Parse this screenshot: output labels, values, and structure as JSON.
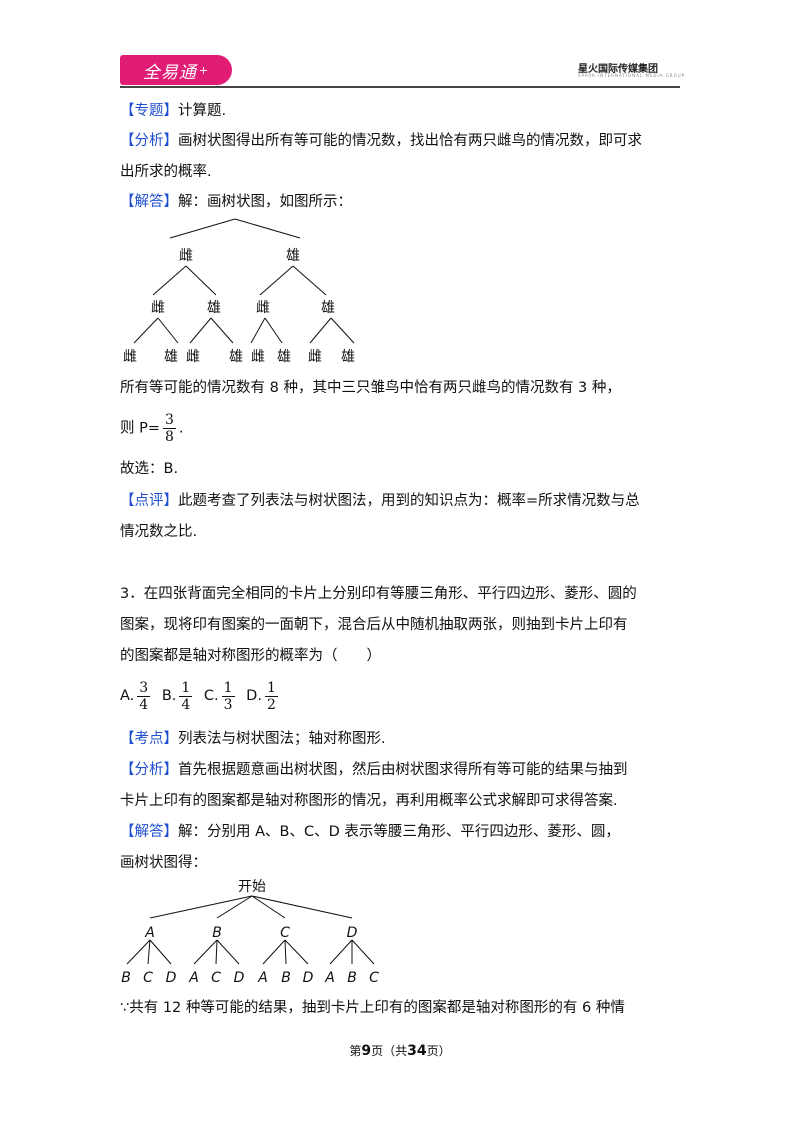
{
  "header": {
    "logo_text": "全易通",
    "logo_plus": "+",
    "brand": "星火国际传媒集团",
    "brand_sub": "SPARK INTERNATIONAL MEDIA GROUP"
  },
  "q2": {
    "topic_tag": "【专题】",
    "topic_text": "计算题.",
    "analysis_tag": "【分析】",
    "analysis_l1": "画树状图得出所有等可能的情况数，找出恰有两只雌鸟的情况数，即可求",
    "analysis_l2": "出所求的概率.",
    "solution_tag": "【解答】",
    "solution_text": "解：画树状图，如图所示：",
    "tree": {
      "level1": [
        "雌",
        "雄"
      ],
      "level2": [
        "雌",
        "雄",
        "雌",
        "雄"
      ],
      "level3": [
        "雌",
        "雄",
        "雌",
        "雄",
        "雌",
        "雄",
        "雌",
        "雄"
      ]
    },
    "result_text": "所有等可能的情况数有 8 种，其中三只雏鸟中恰有两只雌鸟的情况数有 3 种，",
    "p_prefix": "则 P=",
    "p_num": "3",
    "p_den": "8",
    "p_suffix": ".",
    "choose": "故选：B.",
    "comment_tag": "【点评】",
    "comment_l1": "此题考查了列表法与树状图法，用到的知识点为：概率=所求情况数与总",
    "comment_l2": "情况数之比."
  },
  "q3": {
    "stem_l1": "3．在四张背面完全相同的卡片上分别印有等腰三角形、平行四边形、菱形、圆的",
    "stem_l2": "图案，现将印有图案的一面朝下，混合后从中随机抽取两张，则抽到卡片上印有",
    "stem_l3": "的图案都是轴对称图形的概率为（　　）",
    "options": [
      {
        "label": "A.",
        "num": "3",
        "den": "4"
      },
      {
        "label": "B.",
        "num": "1",
        "den": "4"
      },
      {
        "label": "C.",
        "num": "1",
        "den": "3"
      },
      {
        "label": "D.",
        "num": "1",
        "den": "2"
      }
    ],
    "point_tag": "【考点】",
    "point_text": "列表法与树状图法；轴对称图形.",
    "analysis_tag": "【分析】",
    "analysis_l1": "首先根据题意画出树状图，然后由树状图求得所有等可能的结果与抽到",
    "analysis_l2": "卡片上印有的图案都是轴对称图形的情况，再利用概率公式求解即可求得答案.",
    "solution_tag": "【解答】",
    "solution_l1": "解：分别用 A、B、C、D 表示等腰三角形、平行四边形、菱形、圆，",
    "solution_l2": "画树状图得：",
    "tree": {
      "root": "开始",
      "level1": [
        "A",
        "B",
        "C",
        "D"
      ],
      "level2": [
        "B",
        "C",
        "D",
        "A",
        "C",
        "D",
        "A",
        "B",
        "D",
        "A",
        "B",
        "C"
      ]
    },
    "last_line": "∵共有 12 种等可能的结果，抽到卡片上印有的图案都是轴对称图形的有 6 种情"
  },
  "footer": {
    "pre": "第",
    "page": "9",
    "mid": "页（共",
    "total": "34",
    "post": "页）"
  }
}
